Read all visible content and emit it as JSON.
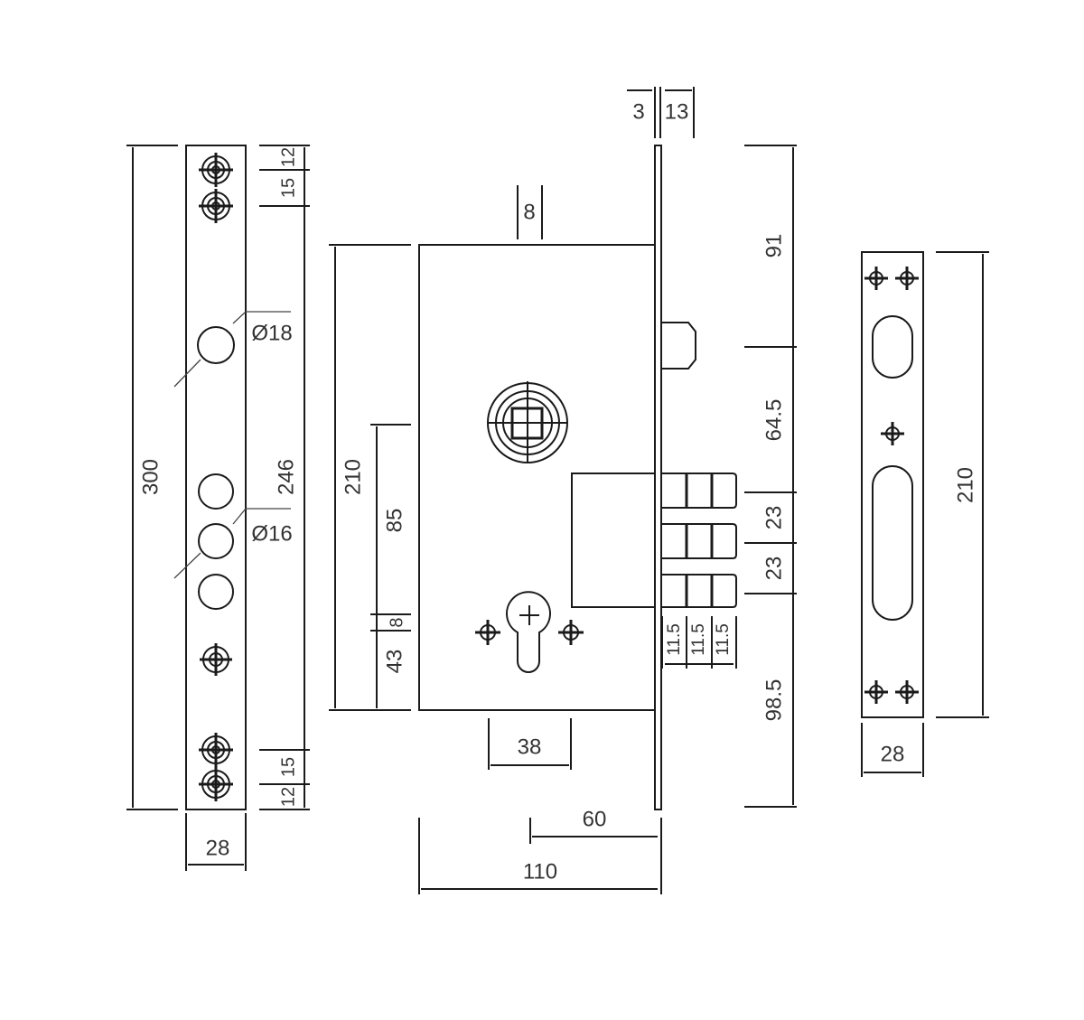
{
  "diagram": {
    "left_strip": {
      "overall_height": "300",
      "hole_span": "246",
      "top_offset": "12",
      "top_spacing": "15",
      "bottom_spacing": "15",
      "bottom_offset": "12",
      "large_hole_diameter": "Ø18",
      "small_hole_diameter": "Ø16",
      "width": "28"
    },
    "lock_body": {
      "body_height": "210",
      "spindle_to_cylinder": "85",
      "cylinder_offset": "8",
      "cylinder_to_bottom": "43",
      "spindle_square": "8",
      "screw_spacing": "38",
      "backset": "60",
      "body_width": "110",
      "faceplate_thickness": "3",
      "latch_projection": "13",
      "latch_position": "91",
      "latch_to_bolts": "64.5",
      "bolt_spacing_1": "23",
      "bolt_spacing_2": "23",
      "bolts_to_bottom": "98.5",
      "bolt_throw_1": "11.5",
      "bolt_throw_2": "11.5",
      "bolt_throw_3": "11.5"
    },
    "strike_plate": {
      "height": "210",
      "width": "28"
    }
  }
}
